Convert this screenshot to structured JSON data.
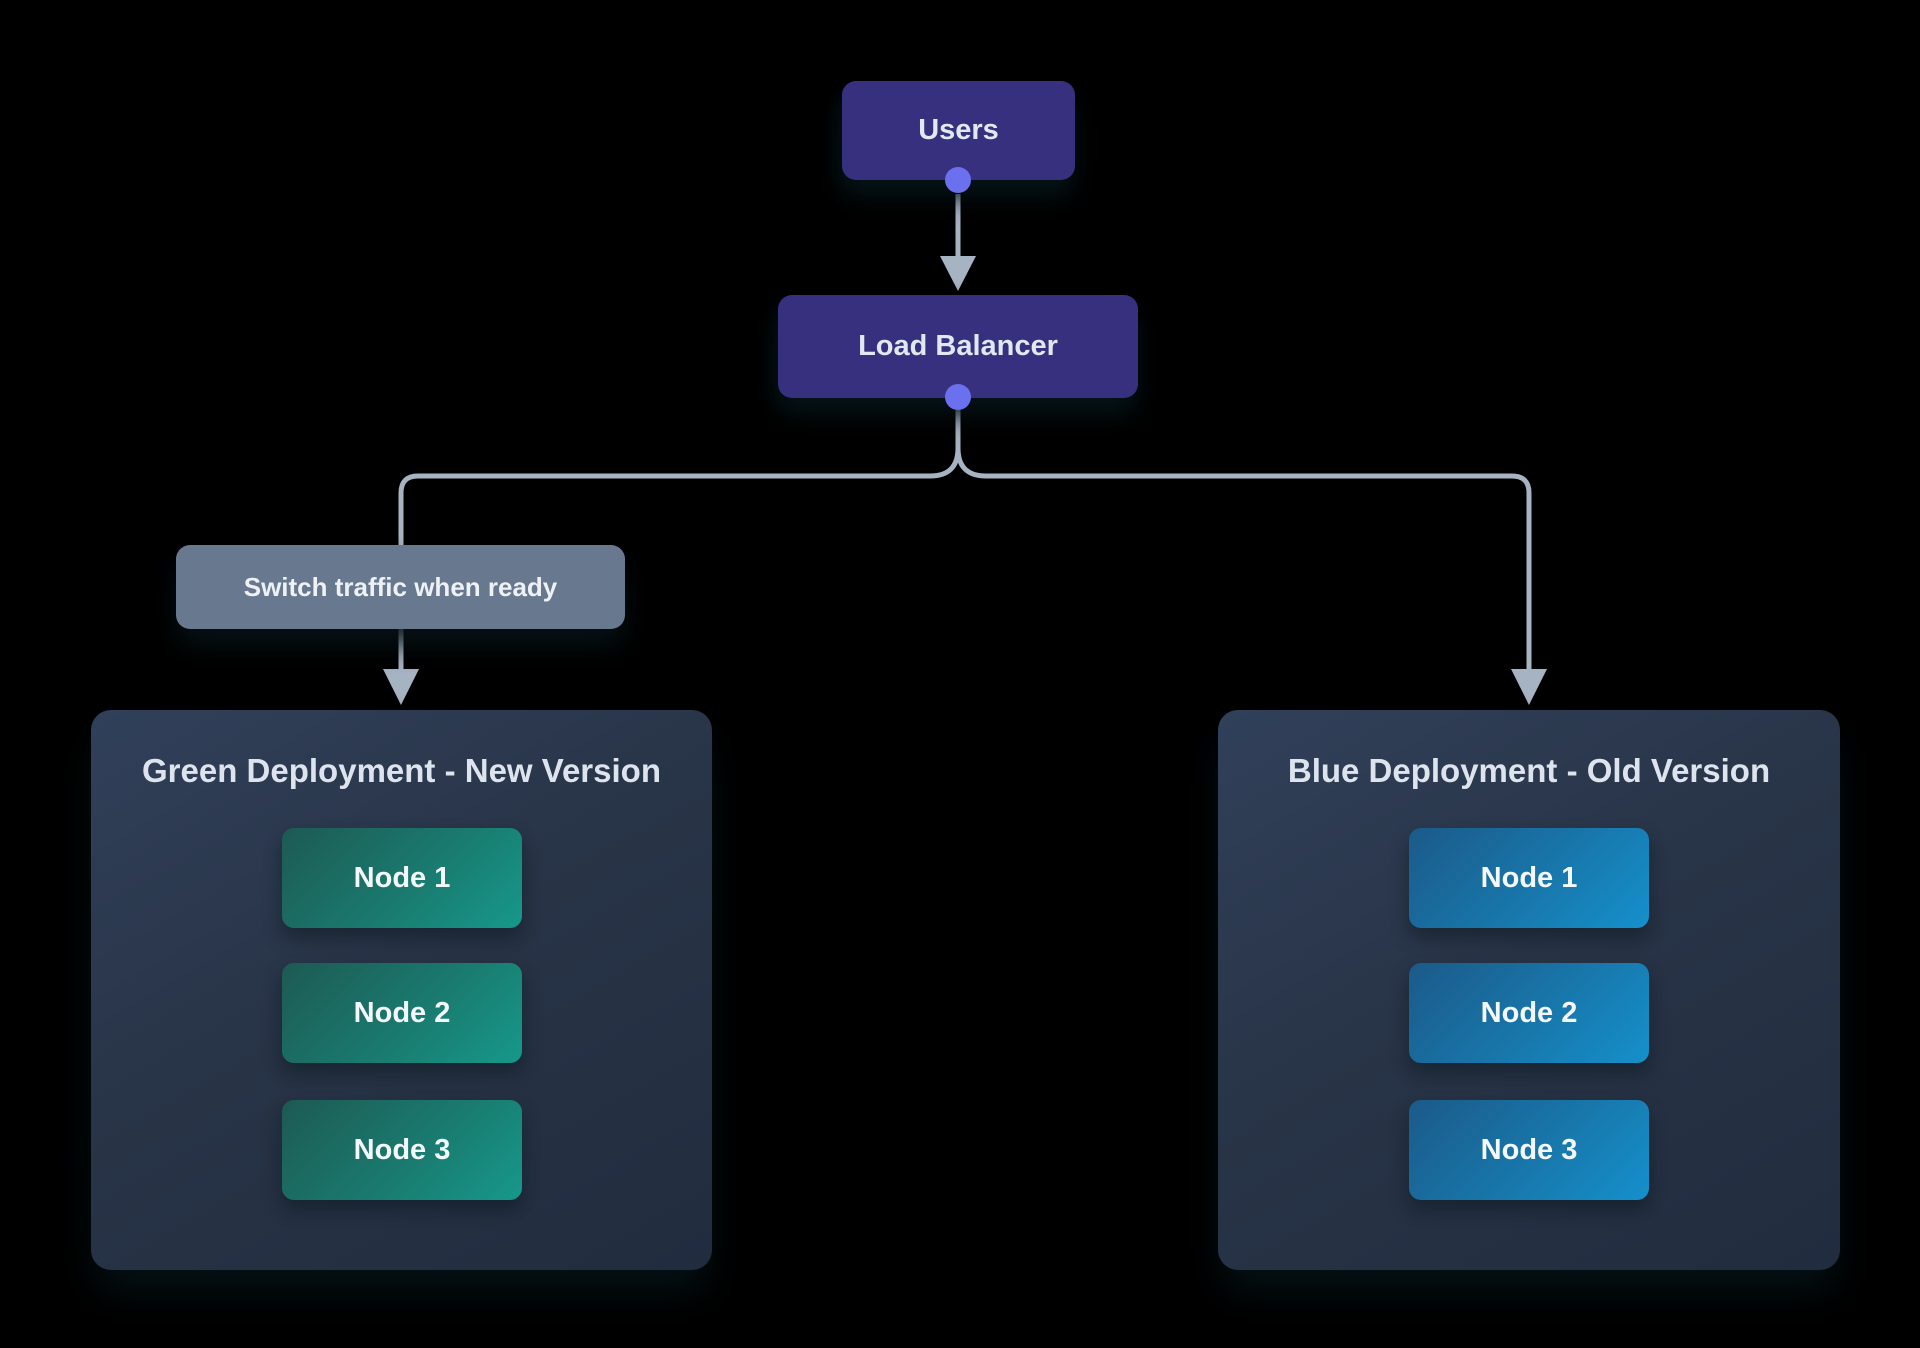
{
  "diagram": {
    "type": "blue-green-deployment-flow",
    "users": {
      "label": "Users"
    },
    "load_balancer": {
      "label": "Load Balancer"
    },
    "switch_note": {
      "label": "Switch traffic when ready"
    },
    "green_deployment": {
      "title": "Green Deployment - New Version",
      "nodes": [
        "Node 1",
        "Node 2",
        "Node 3"
      ]
    },
    "blue_deployment": {
      "title": "Blue Deployment - Old Version",
      "nodes": [
        "Node 1",
        "Node 2",
        "Node 3"
      ]
    },
    "colors": {
      "background": "#000000",
      "indigo_box": "#36307e",
      "connector_dot": "#6b70ee",
      "edge": "#a6b3c3",
      "note_box": "#68788e",
      "container_background": "#283447",
      "green_node_gradient_start": "#1d5a53",
      "green_node_gradient_end": "#16988a",
      "blue_node_gradient_start": "#1b5a89",
      "blue_node_gradient_end": "#1590cb",
      "light_text": "#e2e8f0"
    }
  }
}
